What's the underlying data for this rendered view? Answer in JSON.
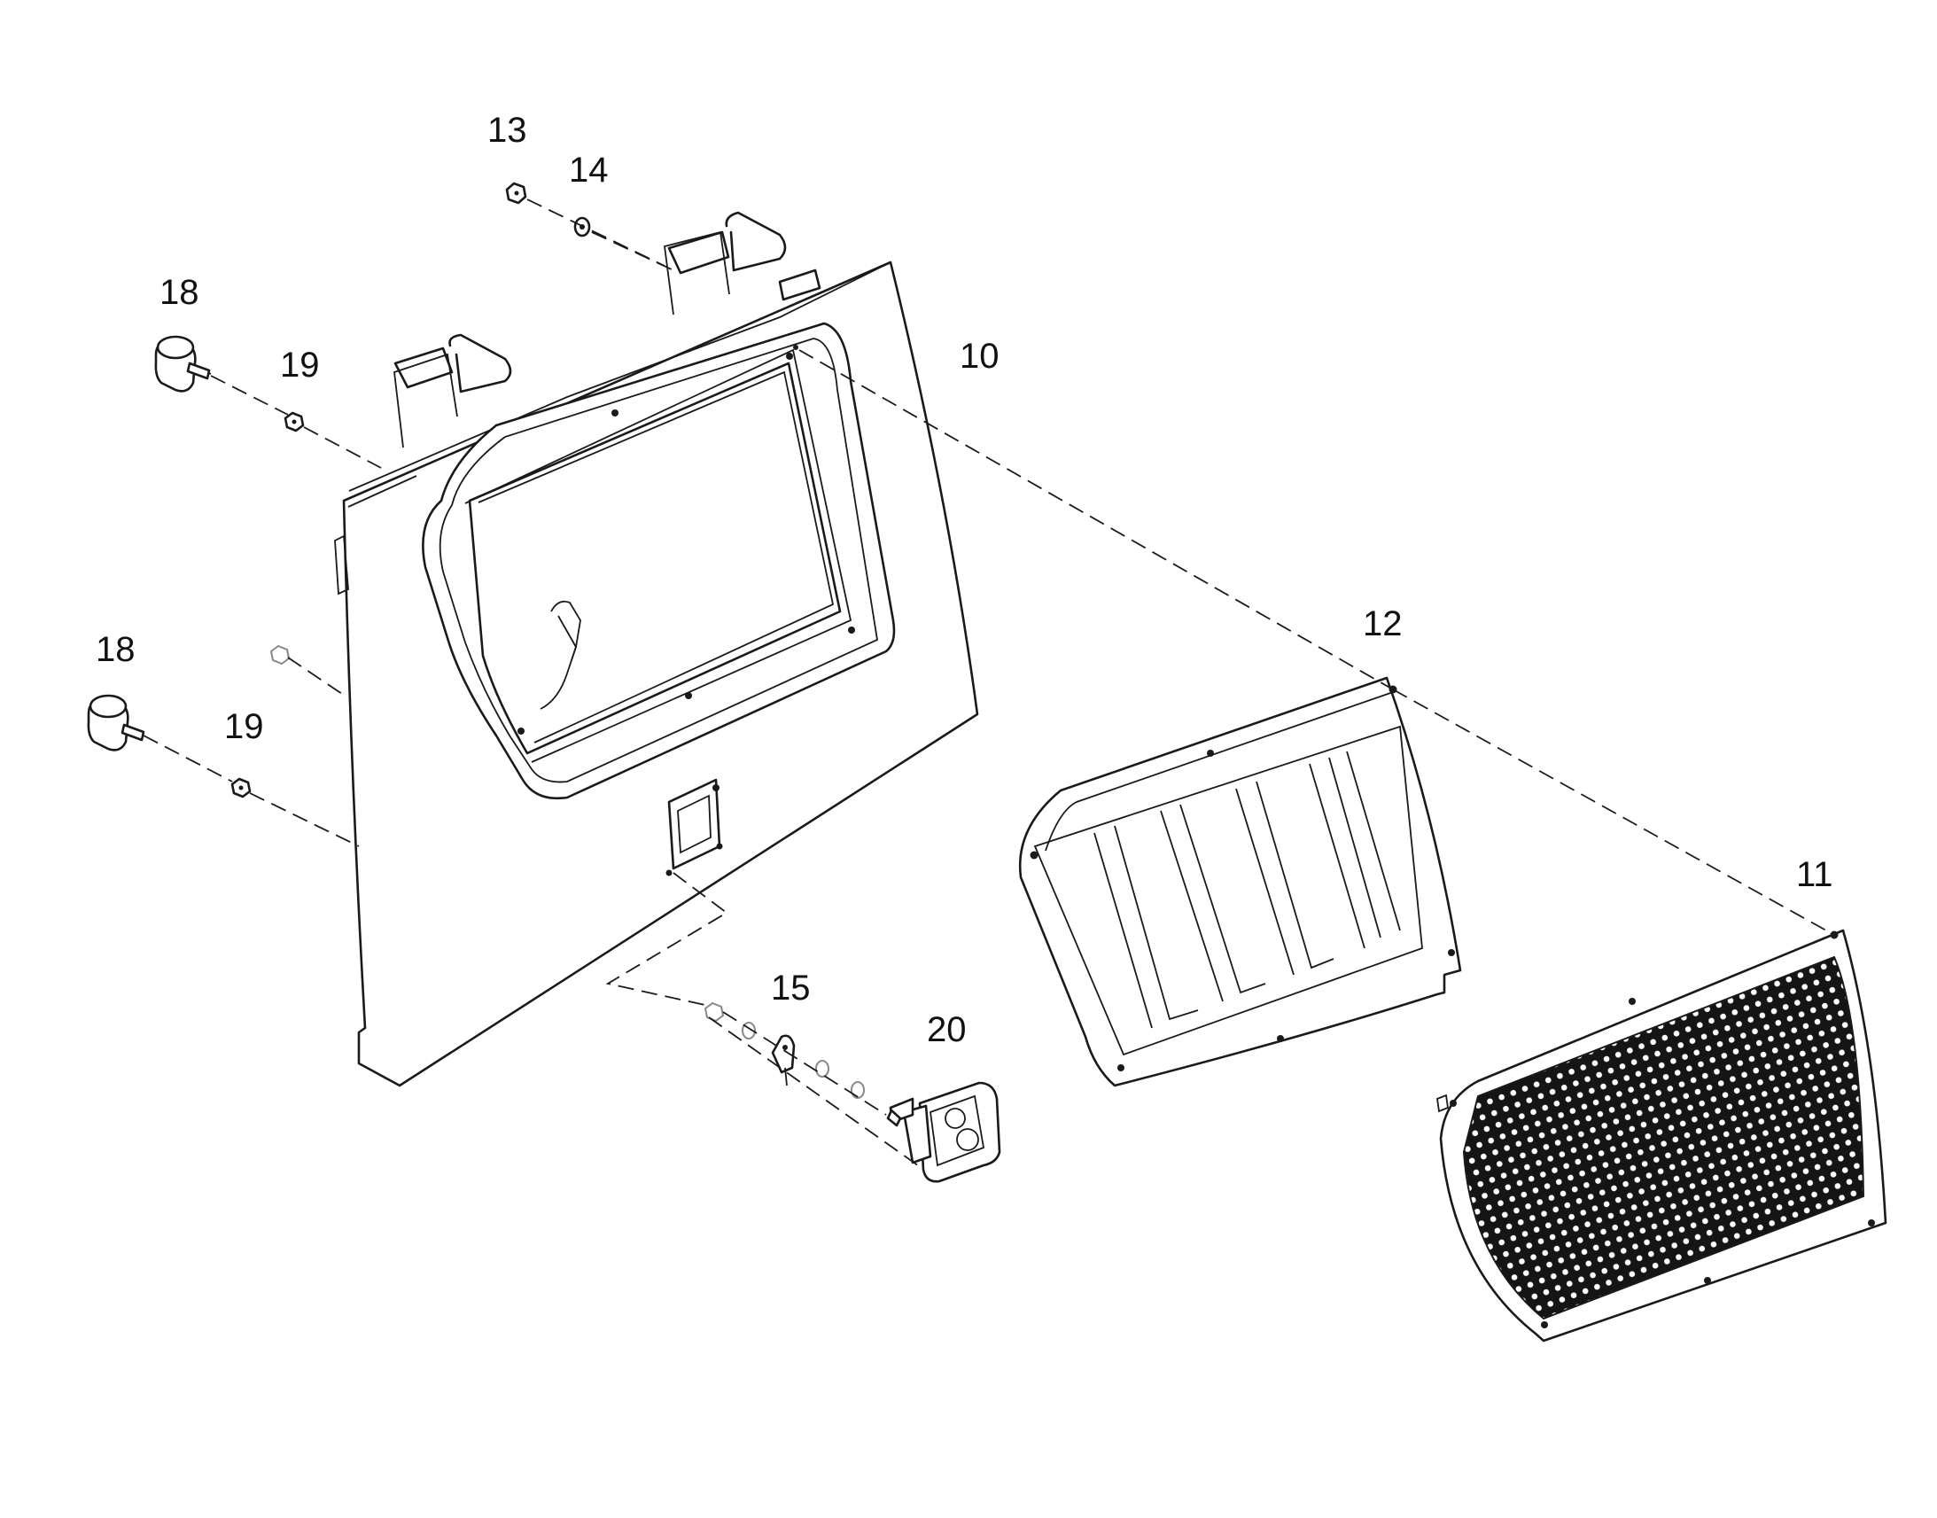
{
  "callouts": {
    "c10": "10",
    "c11": "11",
    "c12": "12",
    "c13": "13",
    "c14": "14",
    "c15": "15",
    "c18a": "18",
    "c18b": "18",
    "c19a": "19",
    "c19b": "19",
    "c20": "20"
  }
}
